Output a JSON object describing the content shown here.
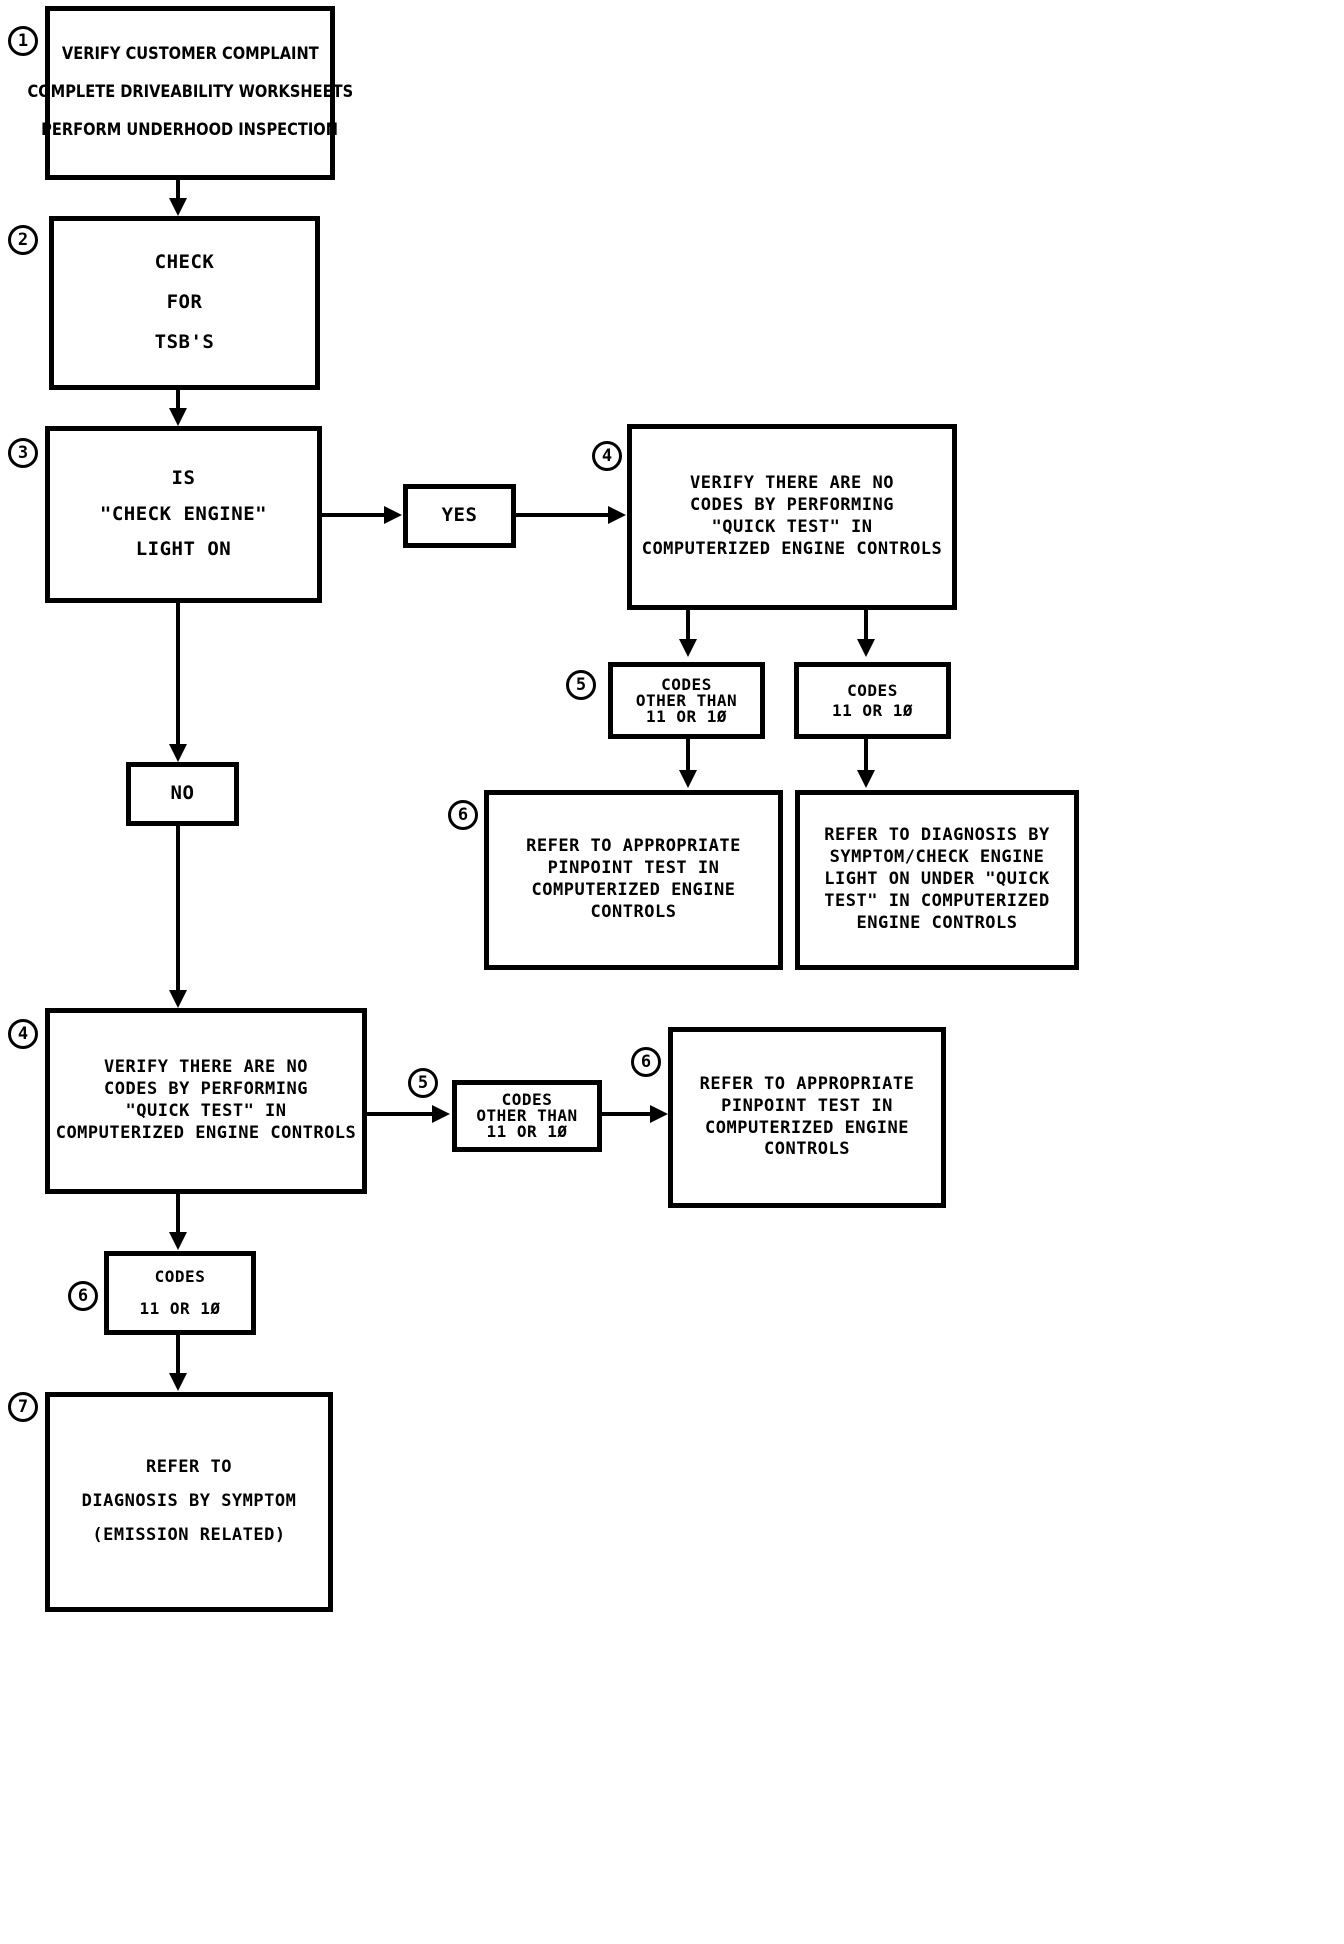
{
  "diagram": {
    "title": "Driveability Diagnostic Flowchart",
    "markers": {
      "m1": "1",
      "m2": "2",
      "m3": "3",
      "m4a": "4",
      "m5a": "5",
      "m6a": "6",
      "m4b": "4",
      "m5b": "5",
      "m6b": "6",
      "m6c": "6",
      "m7": "7"
    },
    "nodes": {
      "step1": {
        "lines": [
          "VERIFY CUSTOMER COMPLAINT",
          "COMPLETE DRIVEABILITY WORKSHEETS",
          "PERFORM UNDERHOOD INSPECTION"
        ]
      },
      "step2": {
        "lines": [
          "CHECK",
          "FOR",
          "TSB'S"
        ]
      },
      "step3": {
        "lines": [
          "IS",
          "\"CHECK ENGINE\"",
          "LIGHT ON"
        ]
      },
      "yes": {
        "lines": [
          "YES"
        ]
      },
      "no": {
        "lines": [
          "NO"
        ]
      },
      "step4_top": {
        "lines": [
          "VERIFY THERE ARE NO",
          "CODES BY PERFORMING",
          "\"QUICK TEST\" IN",
          "COMPUTERIZED ENGINE CONTROLS"
        ]
      },
      "codes_other_top": {
        "lines": [
          "CODES",
          "OTHER THAN",
          "11 OR 1Ø"
        ]
      },
      "codes_1110_top": {
        "lines": [
          "CODES",
          "11 OR 1Ø"
        ]
      },
      "step6_pinpoint_top": {
        "lines": [
          "REFER TO APPROPRIATE",
          "PINPOINT TEST IN",
          "COMPUTERIZED ENGINE",
          "CONTROLS"
        ]
      },
      "step6_symptom": {
        "lines": [
          "REFER TO DIAGNOSIS BY",
          "SYMPTOM/CHECK ENGINE",
          "LIGHT ON UNDER \"QUICK",
          "TEST\" IN COMPUTERIZED",
          "ENGINE CONTROLS"
        ]
      },
      "step4_bottom": {
        "lines": [
          "VERIFY THERE ARE NO",
          "CODES BY PERFORMING",
          "\"QUICK TEST\" IN",
          "COMPUTERIZED ENGINE CONTROLS"
        ]
      },
      "codes_other_bottom": {
        "lines": [
          "CODES",
          "OTHER THAN",
          "11 OR 1Ø"
        ]
      },
      "step6_pinpoint_bottom": {
        "lines": [
          "REFER TO APPROPRIATE",
          "PINPOINT TEST IN",
          "COMPUTERIZED ENGINE",
          "CONTROLS"
        ]
      },
      "codes_1110_bottom": {
        "lines": [
          "CODES",
          "11 OR 1Ø"
        ]
      },
      "step7": {
        "lines": [
          "REFER TO",
          "DIAGNOSIS BY SYMPTOM",
          "(EMISSION RELATED)"
        ]
      }
    },
    "colors": {
      "stroke": "#000000",
      "background": "#ffffff"
    }
  }
}
